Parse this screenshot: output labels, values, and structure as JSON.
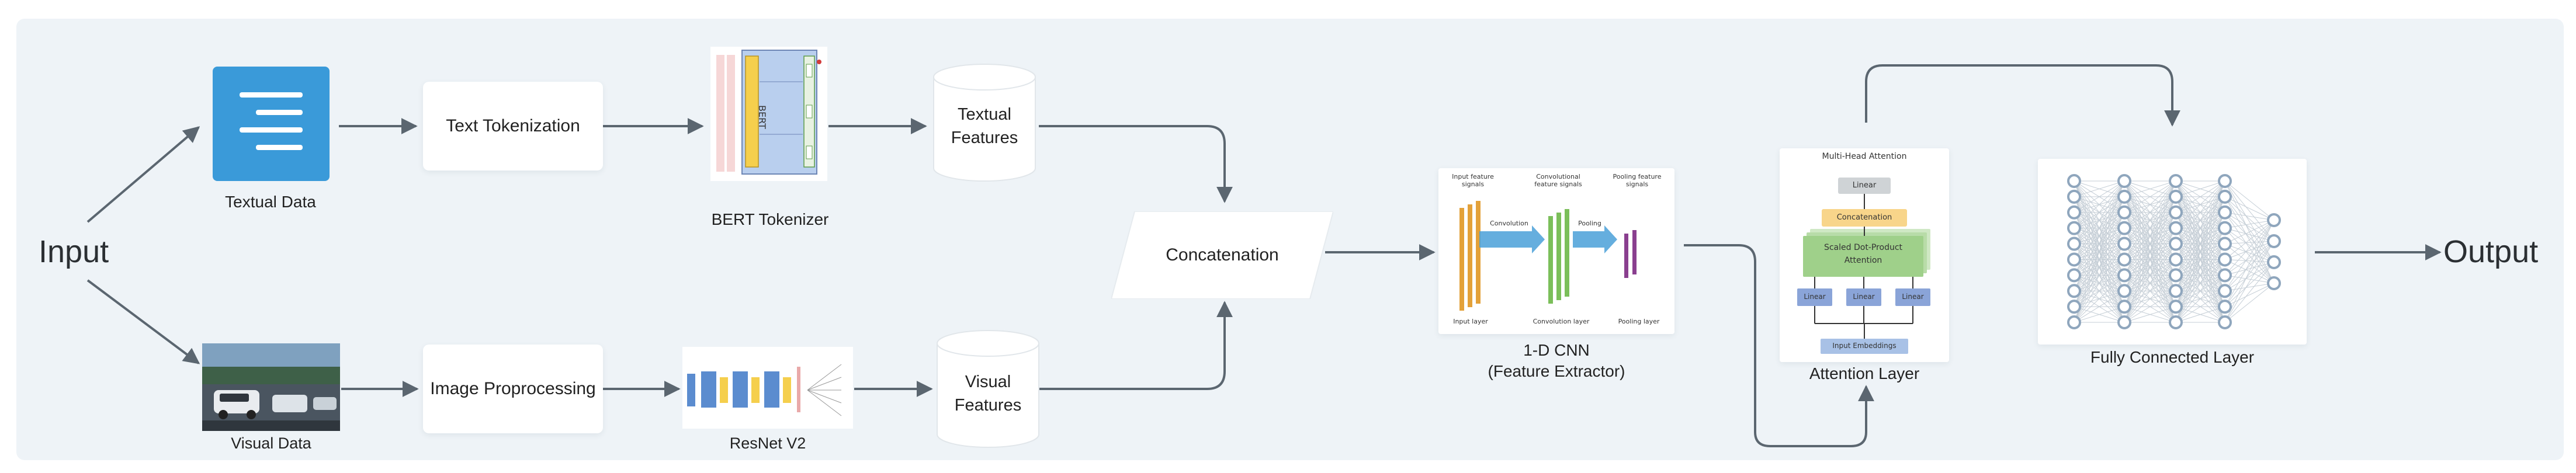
{
  "io": {
    "input": "Input",
    "output": "Output"
  },
  "textual_data": {
    "label": "Textual Data"
  },
  "visual_data": {
    "label": "Visual Data"
  },
  "text_tokenization": {
    "label": "Text Tokenization"
  },
  "image_preprocessing": {
    "label": "Image Proprocessing"
  },
  "bert_tokenizer": {
    "label": "BERT Tokenizer",
    "inner": "BERT"
  },
  "resnet": {
    "label": "ResNet V2"
  },
  "textual_features": {
    "line1": "Textual",
    "line2": "Features"
  },
  "visual_features": {
    "line1": "Visual",
    "line2": "Features"
  },
  "concatenation": {
    "label": "Concatenation"
  },
  "cnn": {
    "line1": "1-D CNN",
    "line2": "(Feature Extractor)",
    "inner": {
      "input_head": "Input feature signals",
      "conv_head": "Convolutional feature signals",
      "pool_head": "Pooling feature signals",
      "conv_arrow": "Convolution",
      "pool_arrow": "Pooling",
      "input_layer": "Input layer",
      "conv_layer": "Convolution layer",
      "pool_layer": "Pooling layer"
    }
  },
  "attention": {
    "label": "Attention Layer",
    "inner": {
      "title": "Multi-Head Attention",
      "linear_top": "Linear",
      "concat": "Concatenation",
      "sdpa_1": "Scaled Dot-Product",
      "sdpa_2": "Attention",
      "linear_a": "Linear",
      "linear_b": "Linear",
      "linear_c": "Linear",
      "embeddings": "Input Embeddings"
    }
  },
  "fc": {
    "label": "Fully Connected Layer"
  },
  "colors": {
    "arrow": "#5b6670",
    "doc_icon": "#3a9ad9",
    "bert_body": "#b9cfee",
    "bert_yellow": "#f5cf4d",
    "cnn_orange": "#e3a13a",
    "cnn_green": "#7bbf5a",
    "cnn_purple": "#8a3f8f",
    "attn_green": "#9fd08a",
    "attn_blue": "#8aa4d8",
    "neuron": "#8fa6bd"
  }
}
